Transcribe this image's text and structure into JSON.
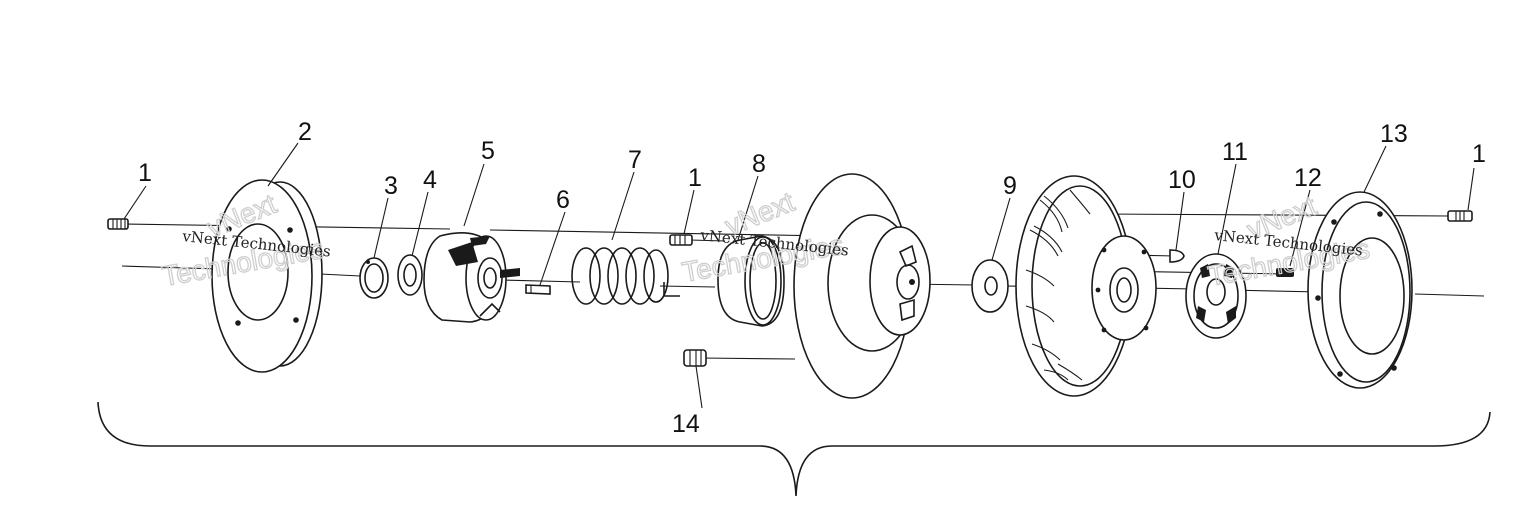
{
  "callouts": {
    "c1a": "1",
    "c2": "2",
    "c3": "3",
    "c4": "4",
    "c5": "5",
    "c6": "6",
    "c7": "7",
    "c1b": "1",
    "c8": "8",
    "c9": "9",
    "c10": "10",
    "c11": "11",
    "c12": "12",
    "c13": "13",
    "c1c": "1",
    "c14": "14"
  },
  "watermark": {
    "small": "vNext Technologies",
    "outline_top": "vNext",
    "outline_bottom": "Technologies"
  }
}
